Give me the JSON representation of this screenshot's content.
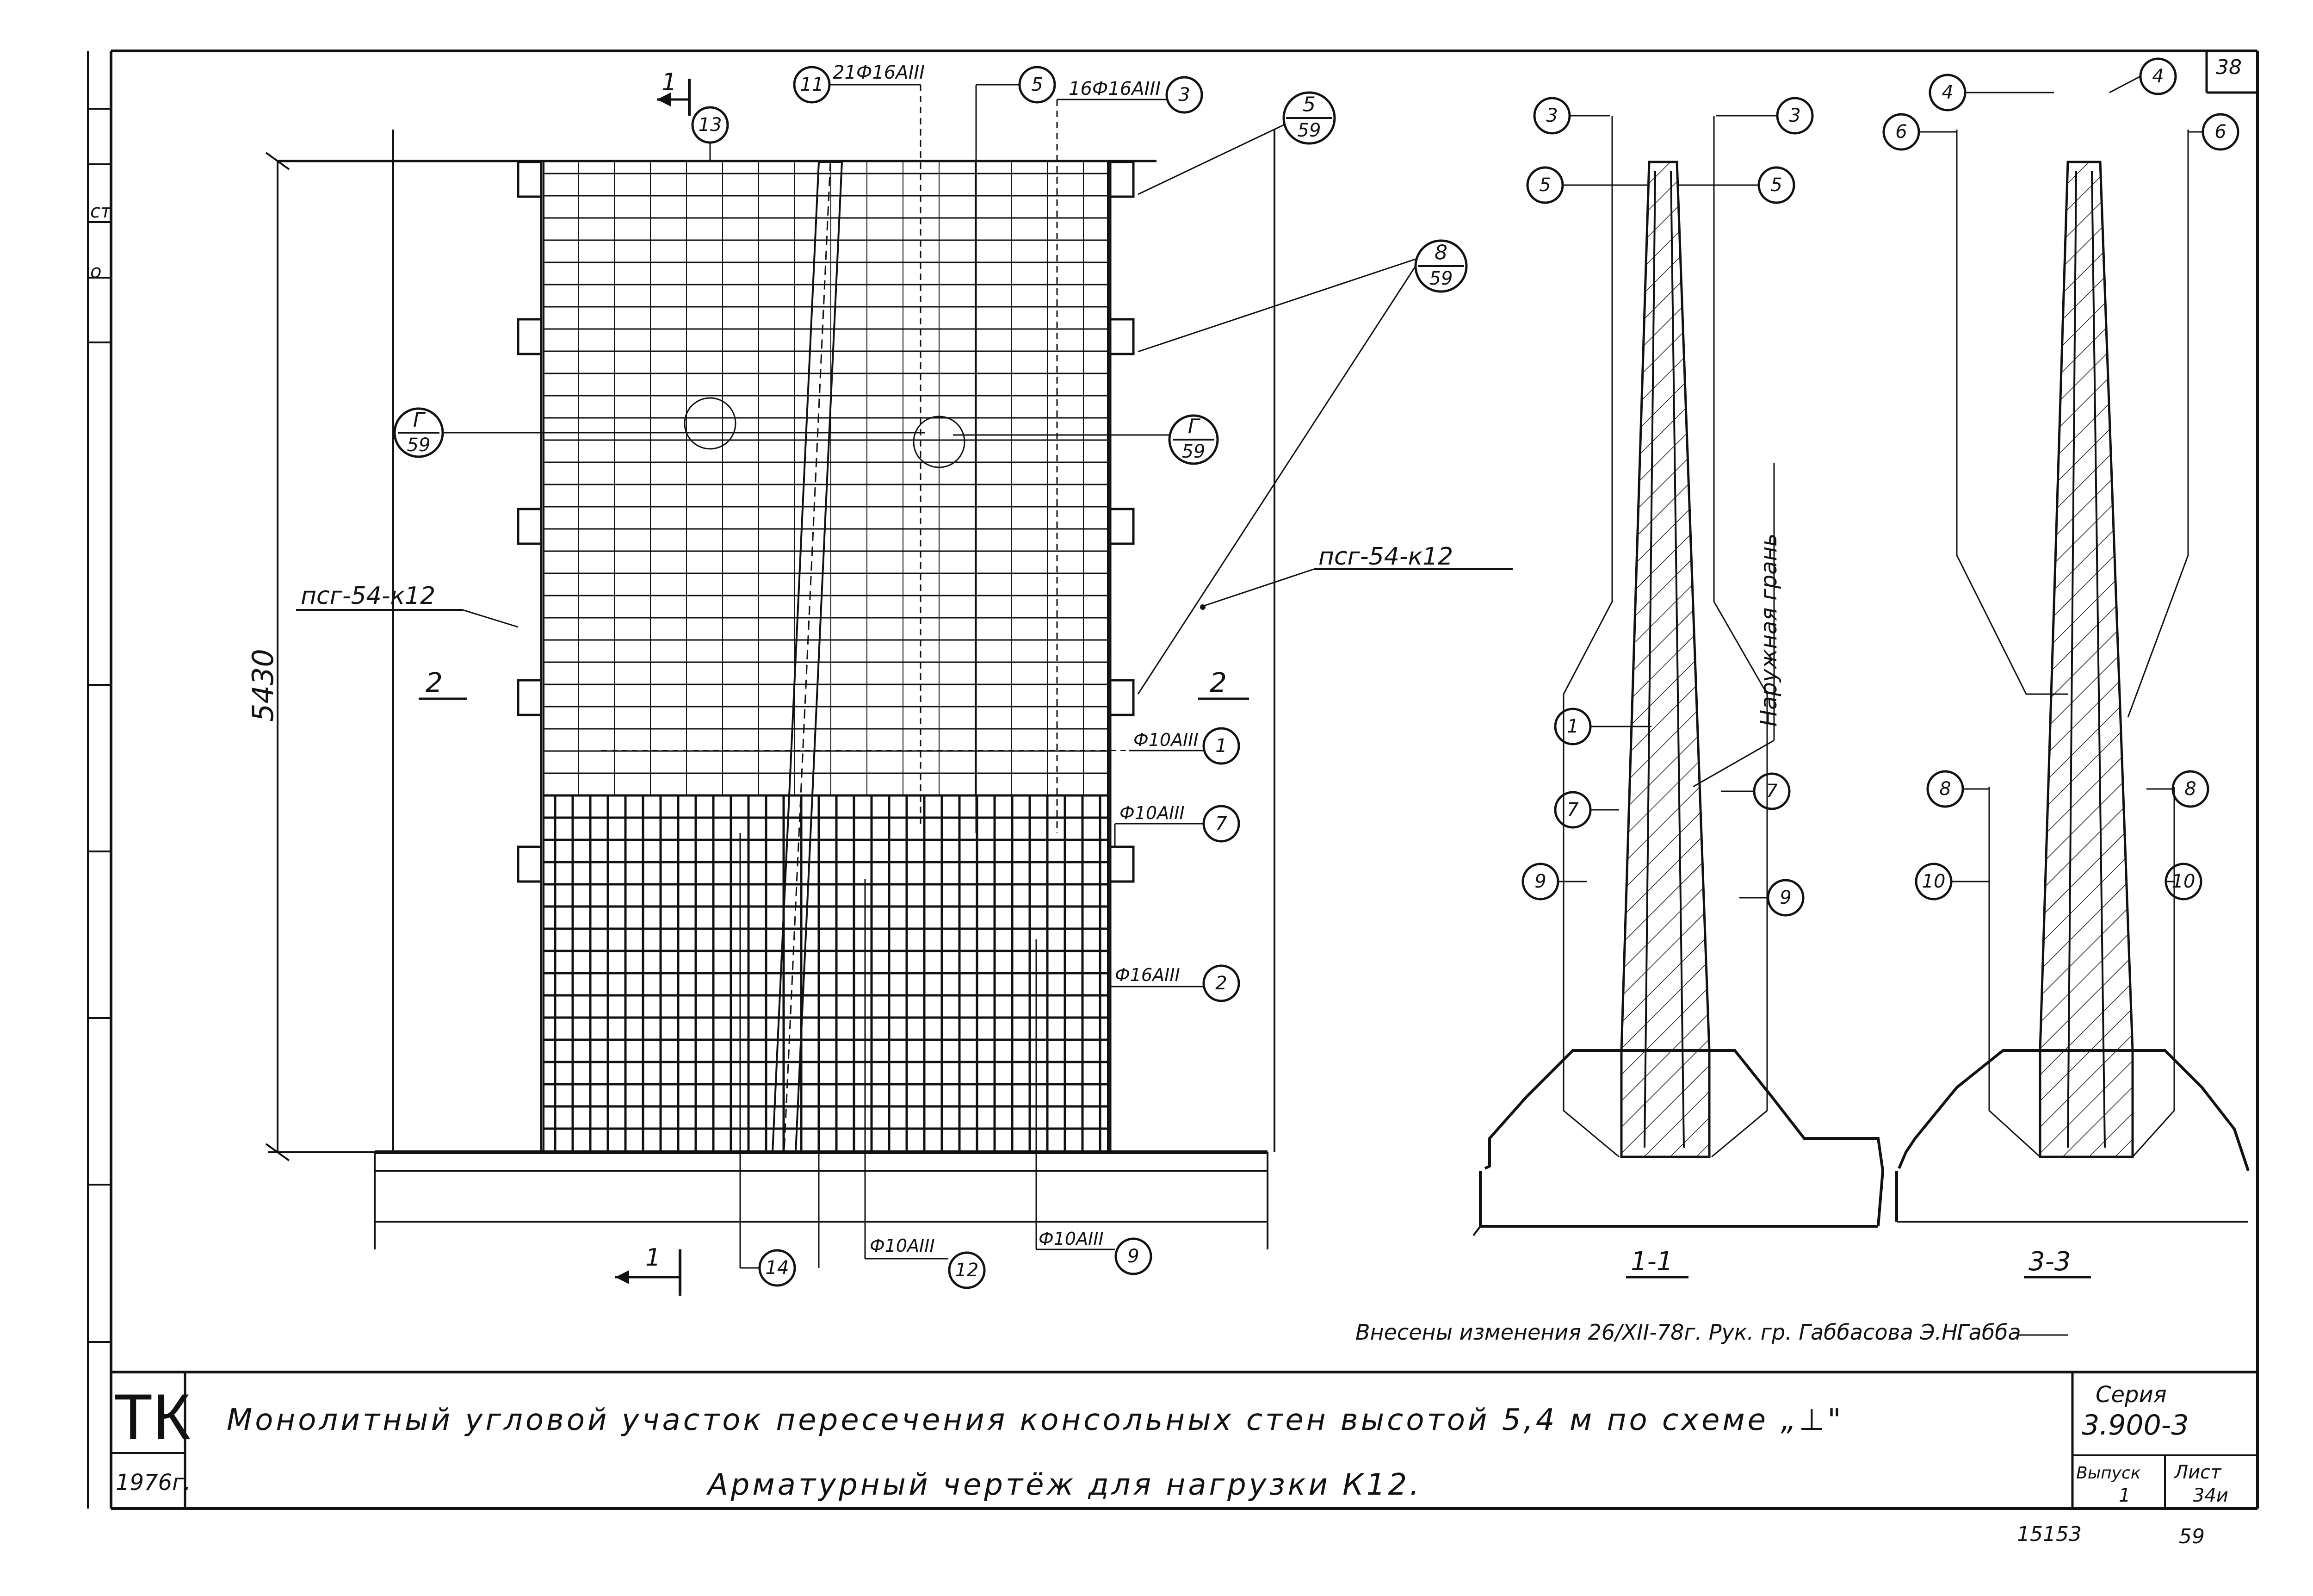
{
  "sheet_number": "38",
  "plan": {
    "dimension_height": "5430",
    "section_mark": "1",
    "wall_panel_left": "псг-54-к12",
    "wall_panel_right": "псг-54-к12",
    "zone_left": "2",
    "zone_right": "2",
    "node_left_num": "Г",
    "node_left_den": "59",
    "node_right_num": "Г",
    "node_right_den": "59",
    "callout_5_59_num": "5",
    "callout_5_59_den": "59",
    "callout_8_59_num": "8",
    "callout_8_59_den": "59",
    "bar_11": "11",
    "bar_11_spec": "21Ф16АIII",
    "bar_5": "5",
    "bar_3": "3",
    "bar_3_spec": "16Ф16АIII",
    "bar_13": "13",
    "bar_1": "1",
    "bar_1_spec": "Ф10АIII",
    "bar_7": "7",
    "bar_7_spec": "Ф10АIII",
    "bar_2": "2",
    "bar_2_spec": "Ф16АIII",
    "bar_14": "14",
    "bar_12": "12",
    "bar_12_spec": "Ф10АIII",
    "bar_9": "9",
    "bar_9_spec": "Ф10АIII"
  },
  "section_1_1": {
    "label": "1-1",
    "left_callouts": [
      "3",
      "5",
      "1",
      "7",
      "9"
    ],
    "right_callouts": [
      "3",
      "5",
      "7",
      "9"
    ],
    "face_label": "Наружная грань"
  },
  "section_3_3": {
    "label": "3-3",
    "left_callouts": [
      "4",
      "6",
      "8",
      "10"
    ],
    "right_callouts": [
      "4",
      "6",
      "8",
      "10"
    ]
  },
  "revision_note": "Внесены изменения 26/XII-78г. Рук. гр. Габбасова Э.Н.",
  "revision_signature": "Габба",
  "title_block": {
    "org": "ТК",
    "year": "1976г.",
    "title_line1": "Монолитный угловой участок пересечения консольных стен высотой 5,4 м по схеме „⊥\"",
    "title_line2": "Арматурный чертёж для нагрузки К12.",
    "series_label": "Серия",
    "series_value": "3.900-3",
    "issue_label": "Выпуск",
    "issue_value": "1",
    "sheet_label": "Лист",
    "sheet_value": "34и"
  },
  "footer_number": "15153",
  "footer_page": "59",
  "margin_marks": [
    "ст",
    "о"
  ]
}
